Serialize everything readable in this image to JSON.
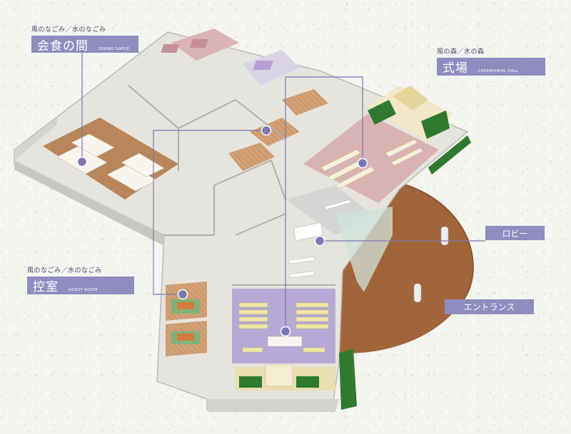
{
  "labels": {
    "dining": {
      "subtitle": "風のなごみ／水のなごみ",
      "title": "会食の間",
      "english": "DINING SAPCE"
    },
    "ceremony": {
      "subtitle": "風の森／水の森",
      "title": "式場",
      "english": "CEREMONIAL HALL"
    },
    "guest": {
      "subtitle": "風のなごみ／水のなごみ",
      "title": "控室",
      "english": "GUEST ROOM"
    },
    "lobby": {
      "title": "ロビー"
    },
    "entrance": {
      "title": "エントランス"
    }
  },
  "colors": {
    "tag": "#8f8cc0",
    "wall": "#e6e4de",
    "floor_wood": "#b8865a",
    "floor_purple": "#b7a9d6",
    "floor_pink": "#d9b3b3",
    "entrance_ground": "#a2653a",
    "greenery": "#2f7a2f",
    "marker": "#7b78b4"
  }
}
